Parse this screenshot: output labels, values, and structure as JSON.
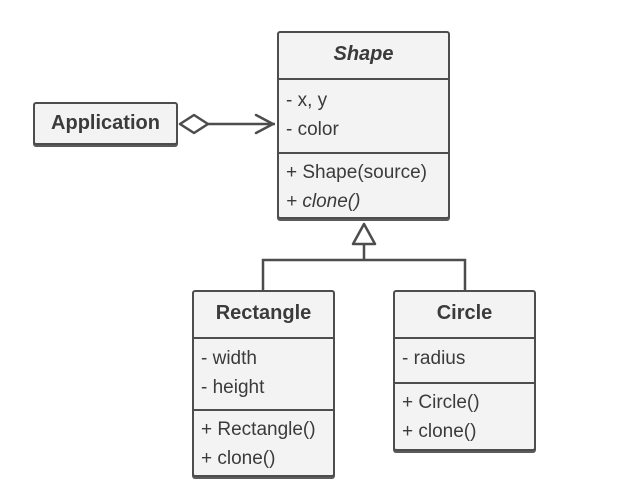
{
  "application": {
    "label": "Application"
  },
  "shape": {
    "name": "Shape",
    "fields": [
      "- x, y",
      "- color"
    ],
    "methods": [
      "+ Shape(source)",
      "+ clone()"
    ]
  },
  "rectangle": {
    "name": "Rectangle",
    "fields": [
      "- width",
      "- height"
    ],
    "methods": [
      "+ Rectangle()",
      "+ clone()"
    ]
  },
  "circle": {
    "name": "Circle",
    "fields": [
      "- radius"
    ],
    "methods": [
      "+ Circle()",
      "+ clone()"
    ]
  }
}
